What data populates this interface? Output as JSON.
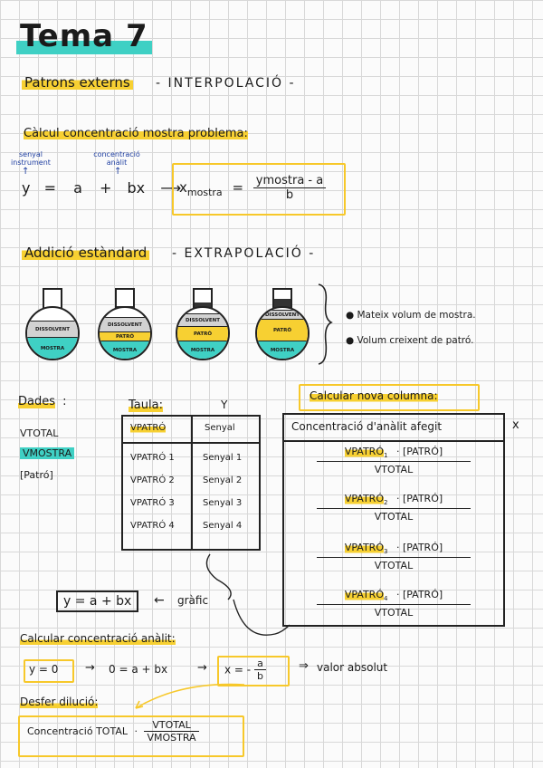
{
  "title": "Tema 7",
  "section1": {
    "heading": "Patrons externs",
    "subtitle": "- INTERPOLACIÓ -"
  },
  "calc1": {
    "heading": "Càlcul concentració mostra problema:",
    "label_signal": "senyal instrument",
    "label_conc": "concentració anàlit",
    "eq_y": "y",
    "eq_eq": "=",
    "eq_a": "a",
    "eq_plus": "+",
    "eq_bx": "bx",
    "arrow": "⟶",
    "xm": "x",
    "xm_sub": "mostra",
    "xm_eq": "=",
    "frac_num": "ymostra - a",
    "frac_den": "b"
  },
  "section2": {
    "heading": "Addició estàndard",
    "subtitle": "- EXTRAPOLACIÓ -"
  },
  "flasks": [
    {
      "bands": [
        "DISSOLVENT",
        "MOSTRA"
      ]
    },
    {
      "bands": [
        "DISSOLVENT",
        "PATRÓ",
        "MOSTRA"
      ]
    },
    {
      "bands": [
        "DISSOLVENT",
        "PATRÓ",
        "MOSTRA"
      ]
    },
    {
      "bands": [
        "DISSOLVENT",
        "PATRÓ",
        "MOSTRA"
      ]
    }
  ],
  "bullets": [
    "Mateix volum de mostra.",
    "Volum creixent de patró."
  ],
  "dades": {
    "heading": "Dades",
    "colon": ":",
    "items": [
      "VTOTAL",
      "VMOSTRA",
      "[Patró]"
    ]
  },
  "taula": {
    "heading": "Taula:",
    "y_label": "Y",
    "col1": "VPATRÓ",
    "col2": "Senyal",
    "rows": [
      [
        "VPATRÓ 1",
        "Senyal 1"
      ],
      [
        "VPATRÓ 2",
        "Senyal 2"
      ],
      [
        "VPATRÓ 3",
        "Senyal 3"
      ],
      [
        "VPATRÓ 4",
        "Senyal 4"
      ]
    ]
  },
  "nova_col": {
    "heading": "Calcular nova columna:",
    "col_title": "Concentració d'anàlit afegit",
    "x_label": "x",
    "rows": [
      {
        "num_v": "VPATRÓ",
        "sub": "1",
        "num_c": "· [PATRÓ]",
        "den": "VTOTAL"
      },
      {
        "num_v": "VPATRÓ",
        "sub": "2",
        "num_c": "· [PATRÓ]",
        "den": "VTOTAL"
      },
      {
        "num_v": "VPATRÓ",
        "sub": "3",
        "num_c": "· [PATRÓ]",
        "den": "VTOTAL"
      },
      {
        "num_v": "VPATRÓ",
        "sub": "4",
        "num_c": "· [PATRÓ]",
        "den": "VTOTAL"
      }
    ]
  },
  "graph": {
    "eq": "y = a + bx",
    "arrow": "←",
    "label": "gràfic"
  },
  "calc2": {
    "heading": "Calcular concentració anàlit:",
    "y0": "y = 0",
    "arrow1": "→",
    "eq0": "0 = a + bx",
    "arrow2": "→",
    "x_eq": "x = -",
    "x_num": "a",
    "x_den": "b",
    "arrow3": "⇒",
    "abs": "valor absolut"
  },
  "desfer": {
    "heading": "Desfer dilució:",
    "lhs": "Concentració TOTAL",
    "dot": "·",
    "num": "VTOTAL",
    "den": "VMOSTRA"
  },
  "colors": {
    "teal": "#3fd0c4",
    "yellow": "#f7d032",
    "ink": "#1b1b1b",
    "blue": "#1d3da0"
  }
}
